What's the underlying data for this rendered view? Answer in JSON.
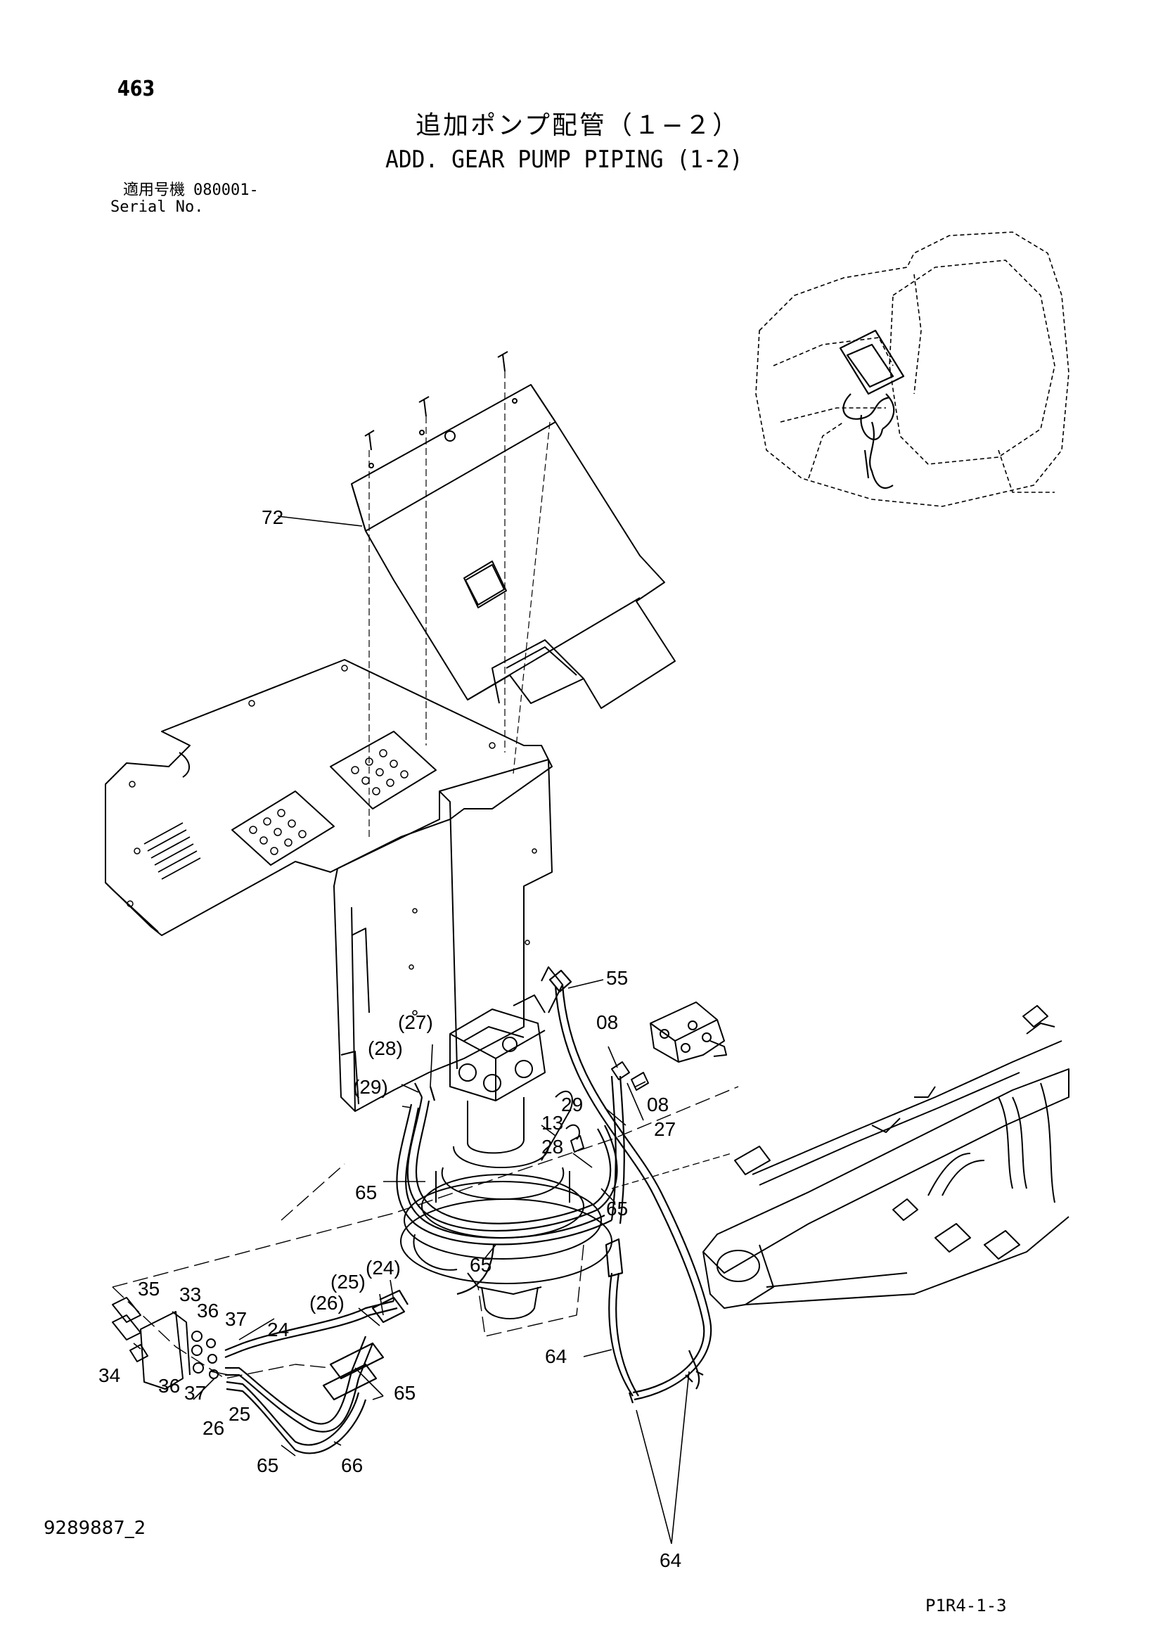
{
  "header": {
    "page_number": "463",
    "title_ja": "追加ポンプ配管（１−２）",
    "title_en": "ADD. GEAR PUMP PIPING (1-2)",
    "serial_label_ja": "適用号機",
    "serial_value": "080001-",
    "serial_label_en": "Serial No."
  },
  "footer": {
    "drawing_id": "9289887_2",
    "page_ref": "P1R4-1-3"
  },
  "callouts": {
    "c72": "72",
    "c55": "55",
    "c08a": "08",
    "c08b": "08",
    "c27": "(27)",
    "c27b": "27",
    "c28": "(28)",
    "c28b": "28",
    "c29": "(29)",
    "c29b": "29",
    "c13": "13",
    "c65a": "65",
    "c65b": "65",
    "c65c": "65",
    "c65d": "65",
    "c65e": "65",
    "c35": "35",
    "c33": "33",
    "c36a": "36",
    "c36b": "36",
    "c37a": "37",
    "c37b": "37",
    "c34": "34",
    "c24": "24",
    "c24p": "(24)",
    "c25": "25",
    "c25p": "(25)",
    "c26": "26",
    "c26p": "(26)",
    "c64a": "64",
    "c64b": "64",
    "c66": "66"
  }
}
